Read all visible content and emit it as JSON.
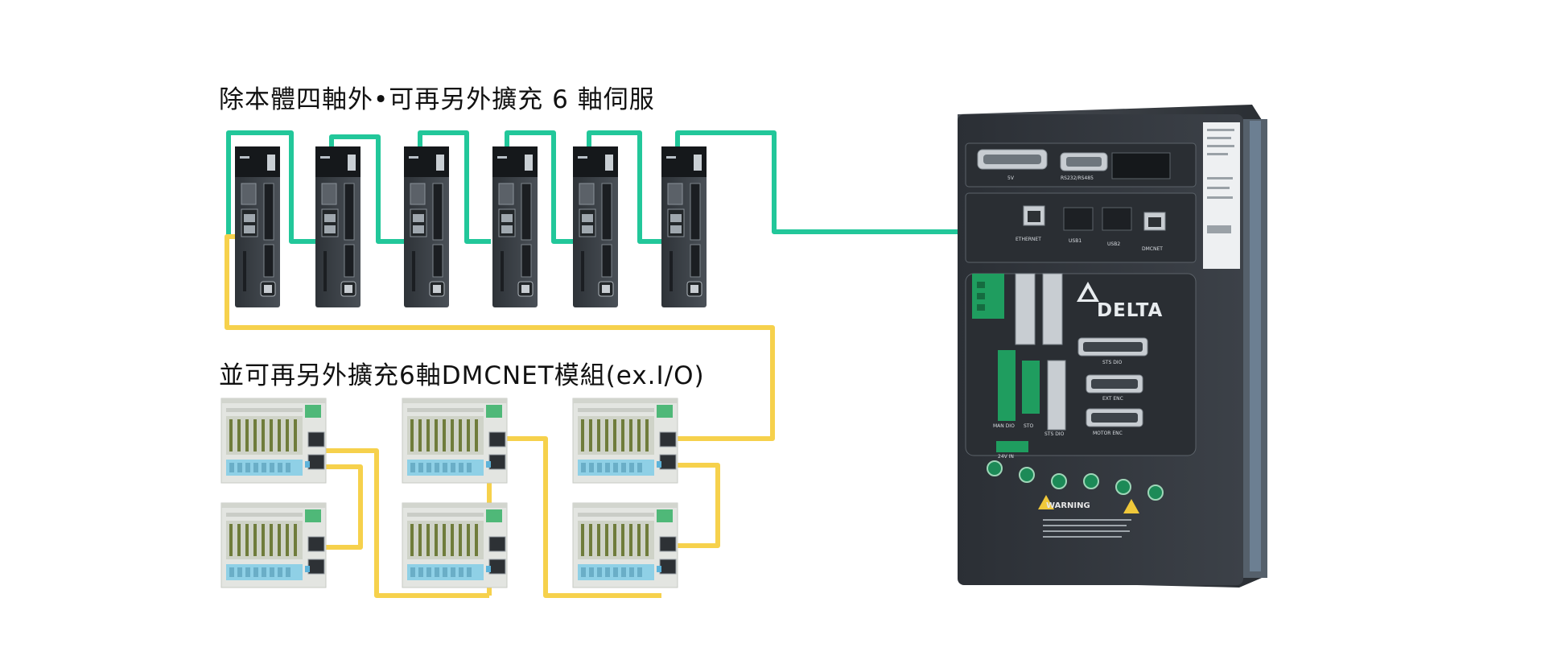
{
  "captions": {
    "servo_expansion": "除本體四軸外•可再另外擴充 6 軸伺服",
    "io_expansion": "並可再另外擴充6軸DMCNET模組(ex.I/O)"
  },
  "controller": {
    "brand": "DELTA",
    "warning": "WARNING",
    "port_labels": {
      "top_left": "5V",
      "top_mid": "RS232/RS485",
      "ethernet": "ETHERNET",
      "usb1": "USB1",
      "usb2": "USB2",
      "dmcnet": "DMCNET",
      "sts_dio": "STS DIO",
      "ext_enc": "EXT ENC",
      "motor_enc": "MOTOR ENC",
      "man_dio": "MAN DIO",
      "sto": "STO",
      "sts_dio2": "STS DIO",
      "power": "24V IN"
    }
  },
  "colors": {
    "servo_link": "#22c79a",
    "io_link": "#f6d14c",
    "device_body": "#3a3f46",
    "io_module_body": "#e6e8e4"
  },
  "icons": {
    "drive": "servo-drive-icon",
    "io": "io-module-icon",
    "controller": "motion-controller-icon"
  }
}
